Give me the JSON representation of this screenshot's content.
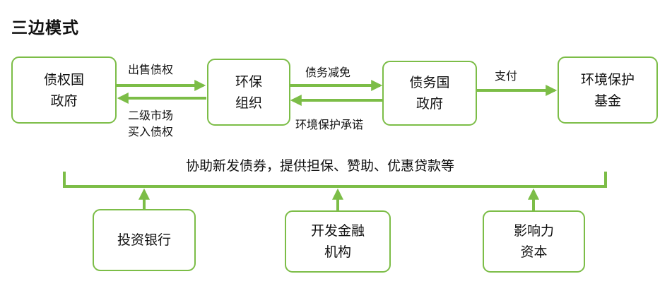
{
  "title": "三边模式",
  "nodes": {
    "creditor_gov": [
      "债权国",
      "政府"
    ],
    "env_org": [
      "环保",
      "组织"
    ],
    "debtor_gov": [
      "债务国",
      "政府"
    ],
    "env_fund": [
      "环境保护",
      "基金"
    ],
    "invest_bank": [
      "投资银行"
    ],
    "dev_finance": [
      "开发金融",
      "机构"
    ],
    "impact_capital": [
      "影响力",
      "资本"
    ]
  },
  "edges": {
    "sell_debt": "出售债权",
    "buy_secondary": [
      "二级市场",
      "买入债权"
    ],
    "debt_relief": "债务减免",
    "env_commitment": "环境保护承诺",
    "payment": "支付",
    "support": "协助新发债券，提供担保、赞助、优惠贷款等"
  },
  "colors": {
    "accent": "#7cbd47"
  }
}
